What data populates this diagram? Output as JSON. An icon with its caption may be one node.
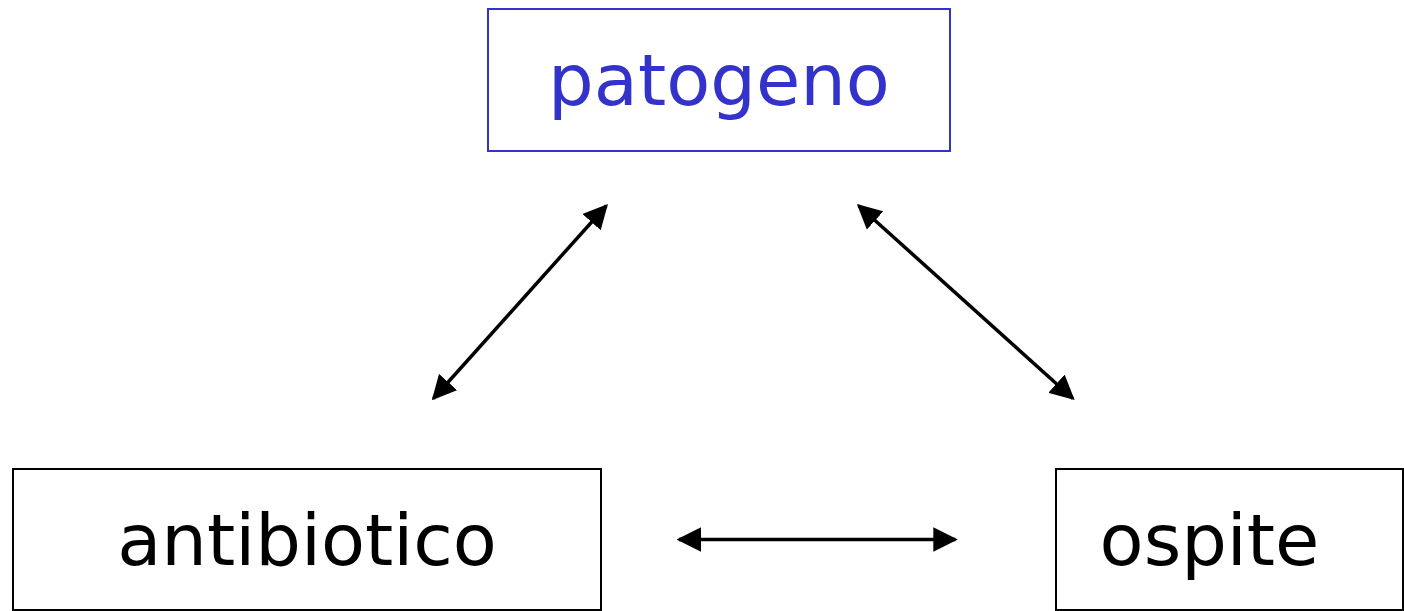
{
  "diagram": {
    "nodes": [
      {
        "text": [
          "patogeno"
        ]
      },
      {
        "text": [
          "antibiotico"
        ]
      },
      {
        "text": [
          "ospite"
        ]
      }
    ],
    "edges": [
      {
        "from": 0,
        "to": 1,
        "arrow": "both"
      },
      {
        "from": 0,
        "to": 2,
        "arrow": "both"
      },
      {
        "from": 1,
        "to": 2,
        "arrow": "both"
      }
    ]
  }
}
